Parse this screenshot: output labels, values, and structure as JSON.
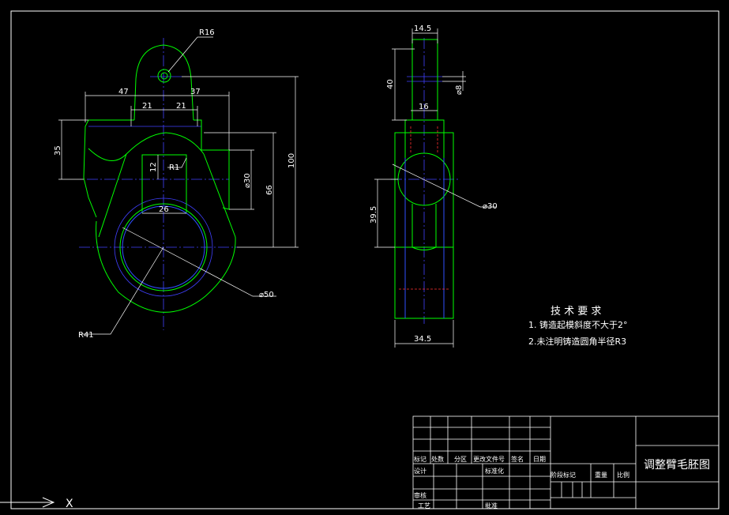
{
  "drawing": {
    "title": "调整臂毛胚图",
    "front_view": {
      "dims": {
        "r16": "R16",
        "w47": "47",
        "w37": "37",
        "w21a": "21",
        "w21b": "21",
        "h35": "35",
        "h12": "12",
        "r1": "R1",
        "d30": "⌀30",
        "h66": "66",
        "h100": "100",
        "w26": "26",
        "d50": "⌀50",
        "r41": "R41"
      }
    },
    "side_view": {
      "dims": {
        "w14_5": "14.5",
        "h40": "40",
        "d8": "⌀8",
        "w16": "16",
        "h39_5": "39.5",
        "d30": "⌀30",
        "w34_5": "34.5"
      }
    },
    "notes": {
      "heading": "技 术 要 求",
      "line1": "1. 铸造起模斜度不大于2°",
      "line2": "2.未注明铸造圆角半径R3"
    },
    "title_block": {
      "biaoji": "标记",
      "chushu": "处数",
      "fenqu": "分区",
      "gengai": "更改文件号",
      "qianming": "签名",
      "riqi": "日期",
      "sheji": "设计",
      "biaozhunhua": "标准化",
      "jieduan": "阶段标记",
      "zhongliang": "重量",
      "bili": "比例",
      "shenhe": "审核",
      "gongyi": "工艺",
      "pizhun": "批准"
    },
    "ucs_label": "X",
    "colors": {
      "background": "#000000",
      "outline": "#00ff00",
      "centerline": "#4040ff",
      "dimension": "#ffffff",
      "hidden": "#ff3030",
      "frame": "#ffffff"
    }
  }
}
